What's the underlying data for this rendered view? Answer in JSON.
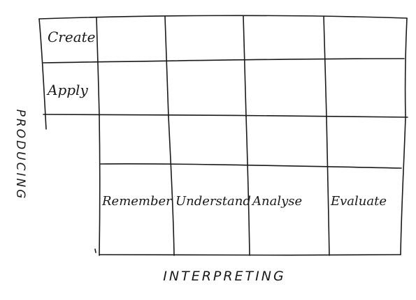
{
  "diagram": {
    "ink_color": "#1a1a1a",
    "background": "#ffffff",
    "y_axis_label": "PRODUCING",
    "x_axis_label": "INTERPRETING",
    "producing_levels": [
      "Create",
      "Apply"
    ],
    "interpreting_levels": [
      "Remember",
      "Understand",
      "Analyse",
      "Evaluate"
    ]
  }
}
